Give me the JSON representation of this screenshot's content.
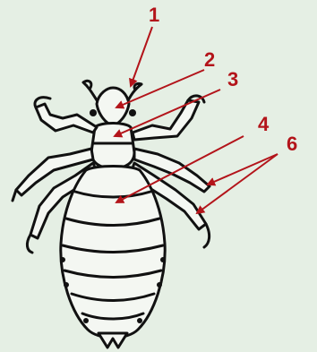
{
  "diagram": {
    "labels": [
      {
        "id": "1",
        "text": "1"
      },
      {
        "id": "2",
        "text": "2"
      },
      {
        "id": "3",
        "text": "3"
      },
      {
        "id": "4",
        "text": "4"
      },
      {
        "id": "6",
        "text": "6"
      }
    ],
    "colors": {
      "background": "#e5efe4",
      "label": "#b3141a",
      "outline": "#111111"
    }
  }
}
